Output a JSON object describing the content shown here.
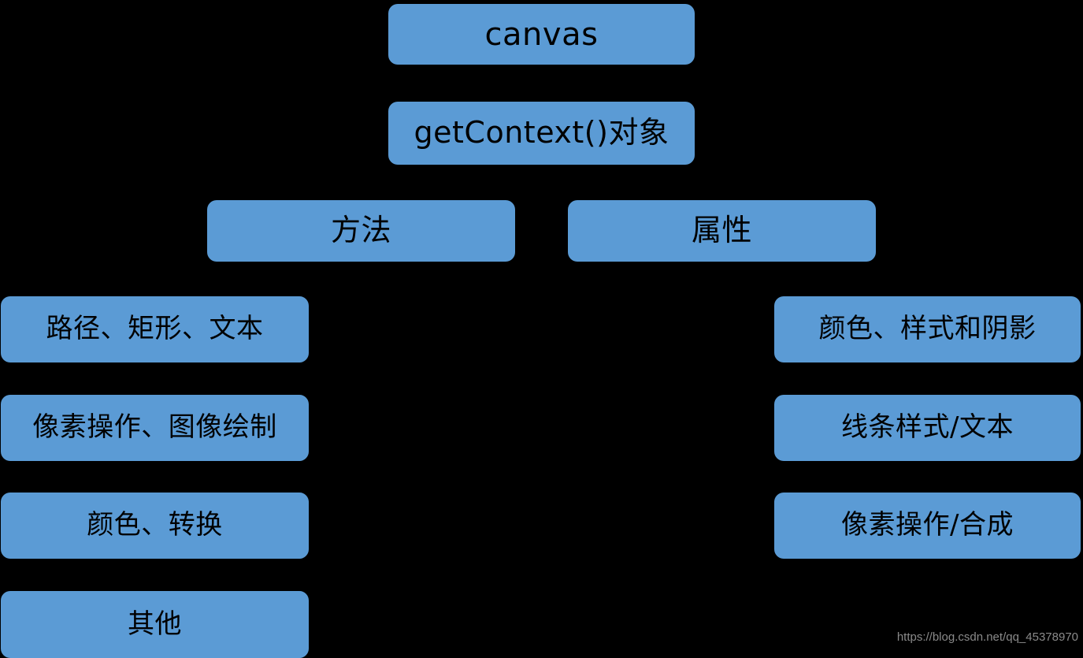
{
  "diagram": {
    "background_color": "#000000",
    "node_fill_color": "#5b9bd5",
    "node_text_color": "#000000",
    "root": {
      "label": "canvas"
    },
    "context": {
      "label": "getContext()对象"
    },
    "branches": {
      "methods": {
        "label": "方法"
      },
      "properties": {
        "label": "属性"
      }
    },
    "method_leaves": [
      {
        "label": "路径、矩形、文本"
      },
      {
        "label": "像素操作、图像绘制"
      },
      {
        "label": "颜色、转换"
      },
      {
        "label": "其他"
      }
    ],
    "property_leaves": [
      {
        "label": "颜色、样式和阴影"
      },
      {
        "label_main": "线条样式/",
        "label_serif": "文本"
      },
      {
        "label": "像素操作/合成"
      }
    ],
    "watermark": {
      "text": "https://blog.csdn.net/qq_45378970",
      "color": "#8a8a8a"
    }
  }
}
